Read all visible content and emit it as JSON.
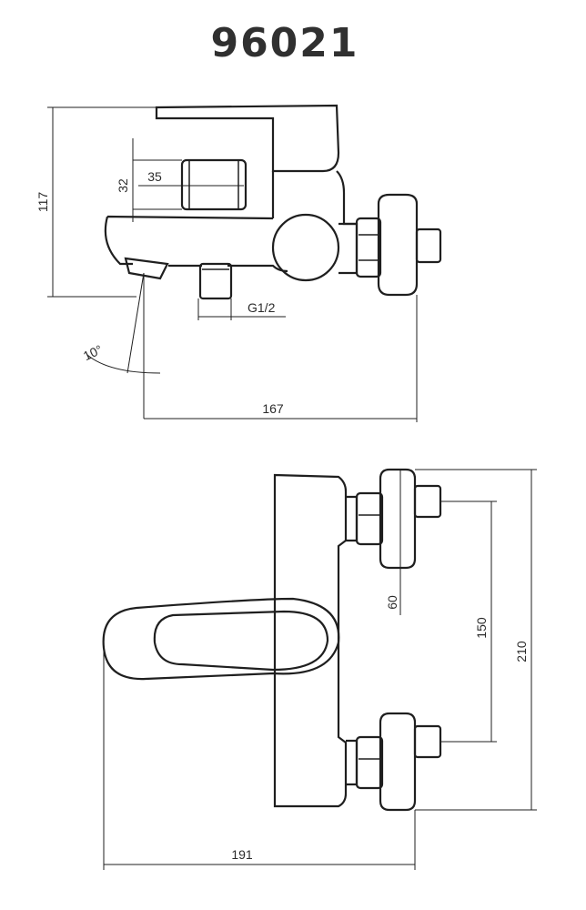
{
  "title": "96021",
  "side_view": {
    "dim_height": "117",
    "dim_button_height": "32",
    "dim_button_width": "35",
    "dim_thread": "G1/2",
    "dim_angle": "10°",
    "dim_depth": "167"
  },
  "top_view": {
    "dim_nut": "60",
    "dim_centers": "150",
    "dim_overall": "210",
    "dim_width": "191"
  }
}
